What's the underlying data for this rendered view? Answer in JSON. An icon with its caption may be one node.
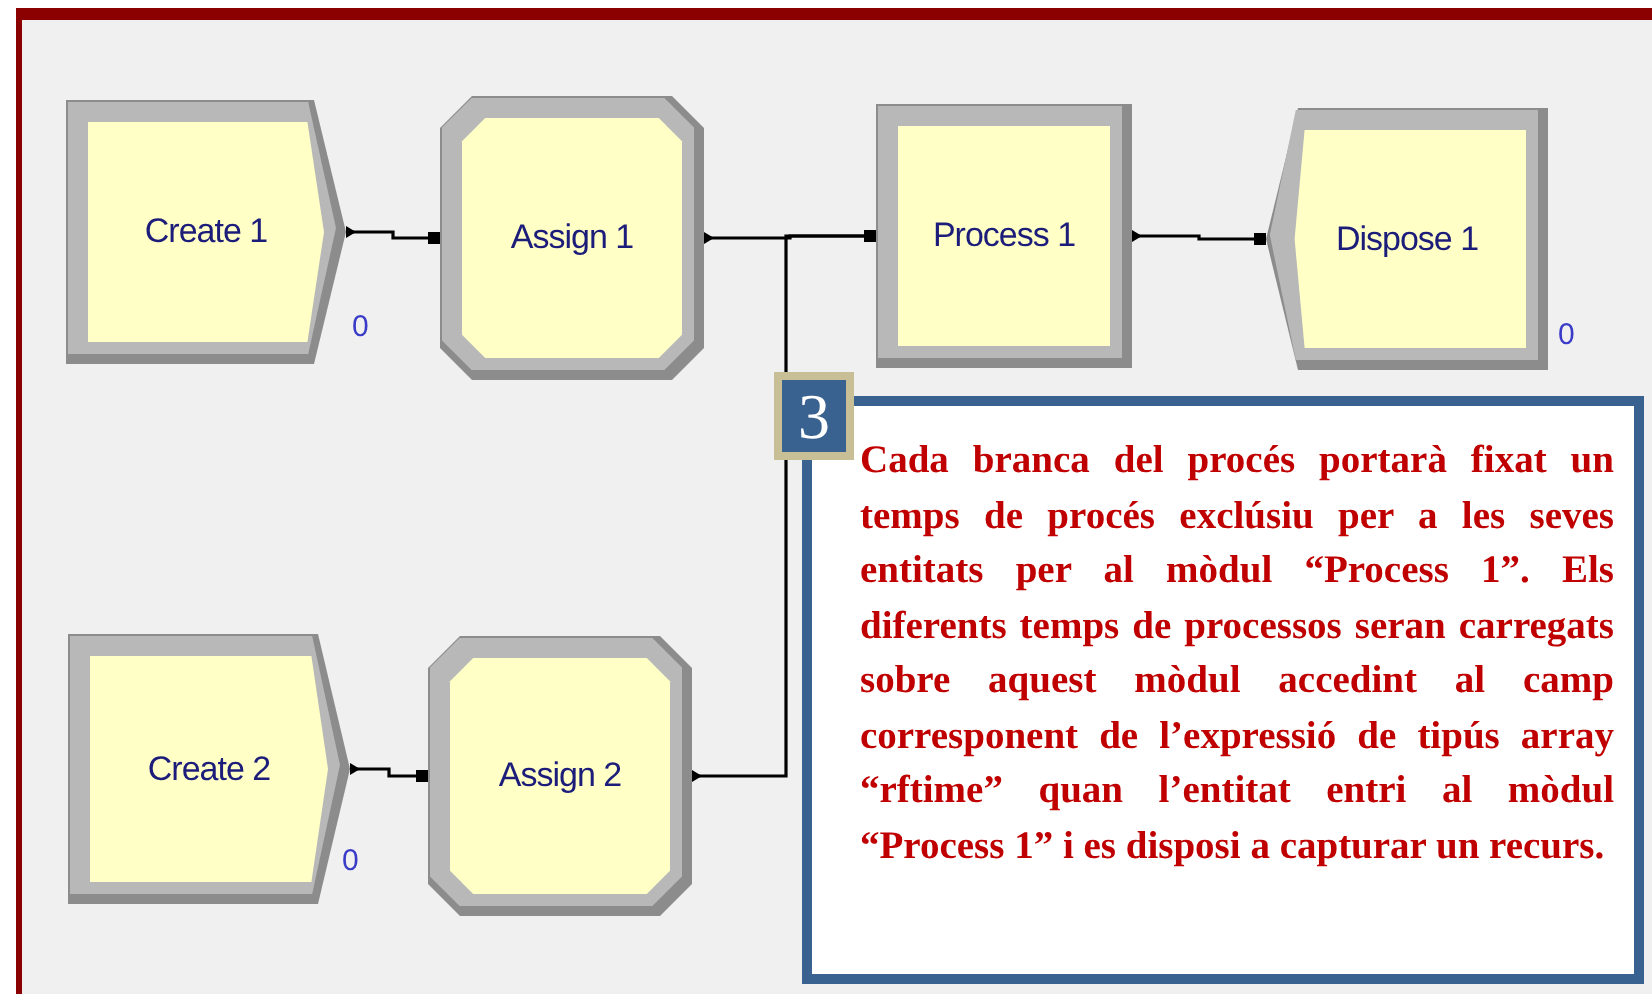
{
  "diagram": {
    "nodes": [
      {
        "text": [
          "Create 1"
        ],
        "beside": [
          "0"
        ]
      },
      {
        "text": [
          "Assign 1"
        ]
      },
      {
        "text": [
          "Process 1"
        ]
      },
      {
        "text": [
          "Dispose 1"
        ],
        "beside": [
          "0"
        ]
      },
      {
        "text": [
          "Cada branca del procés portarà fixat un temps de procés exclúsiu per a les seves entitats per al mòdul “Process 1”. Els diferents temps de processos seran carregats sobre aquest mòdul accedint al camp corresponent de l’expressió de tipús array “rftime” quan l’entitat entri al mòdul “Process 1” i es disposi a capturar un recurs."
        ]
      },
      {
        "text": [
          "Create 2"
        ],
        "beside": [
          "0"
        ]
      },
      {
        "text": [
          "Assign 2"
        ]
      }
    ],
    "edges": [
      {
        "from": 0,
        "to": 1,
        "arrow": "other"
      },
      {
        "from": 1,
        "to": 2,
        "arrow": "other"
      },
      {
        "from": 6,
        "to": 2,
        "arrow": "other"
      },
      {
        "from": 2,
        "to": 3,
        "arrow": "other"
      },
      {
        "from": 5,
        "to": 6,
        "arrow": "other"
      }
    ],
    "labels": [
      "3"
    ]
  }
}
